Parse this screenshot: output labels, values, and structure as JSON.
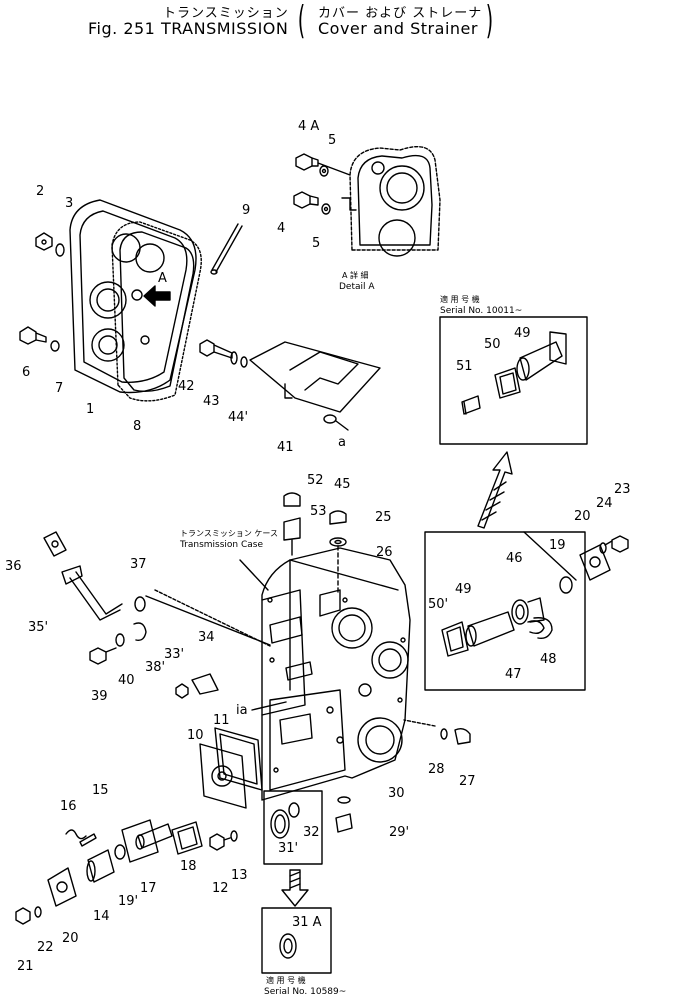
{
  "header": {
    "title_jp": "トランスミッション",
    "fig_title": "Fig. 251  TRANSMISSION",
    "subtitle_jp": "カバー および ストレーナ",
    "subtitle_en": "Cover  and  Strainer"
  },
  "notes": {
    "detail_a_jp": "A 詳 細",
    "detail_a": "Detail A",
    "serial_a_jp": "適 用 号 機",
    "serial_a": "Serial No. 10011~",
    "case_jp": "トランスミッション  ケース",
    "case": "Transmission Case",
    "serial_b_jp": "適 用 号 機",
    "serial_b": "Serial No. 10589~"
  },
  "arrows": {
    "view_a": "A"
  },
  "callouts": [
    {
      "id": "c-4A",
      "text": "4 A"
    },
    {
      "id": "c-5a",
      "text": "5"
    },
    {
      "id": "c-4",
      "text": "4"
    },
    {
      "id": "c-5b",
      "text": "5"
    },
    {
      "id": "c-2",
      "text": "2"
    },
    {
      "id": "c-3",
      "text": "3"
    },
    {
      "id": "c-9",
      "text": "9"
    },
    {
      "id": "c-6",
      "text": "6"
    },
    {
      "id": "c-7",
      "text": "7"
    },
    {
      "id": "c-1",
      "text": "1"
    },
    {
      "id": "c-8",
      "text": "8"
    },
    {
      "id": "c-42",
      "text": "42"
    },
    {
      "id": "c-43",
      "text": "43"
    },
    {
      "id": "c-44",
      "text": "44'"
    },
    {
      "id": "c-41",
      "text": "41"
    },
    {
      "id": "c-a1",
      "text": "a"
    },
    {
      "id": "c-45",
      "text": "45"
    },
    {
      "id": "c-51",
      "text": "51"
    },
    {
      "id": "c-50a",
      "text": "50"
    },
    {
      "id": "c-49a",
      "text": "49"
    },
    {
      "id": "c-52",
      "text": "52"
    },
    {
      "id": "c-53",
      "text": "53"
    },
    {
      "id": "c-25",
      "text": "25"
    },
    {
      "id": "c-26",
      "text": "26"
    },
    {
      "id": "c-36",
      "text": "36"
    },
    {
      "id": "c-37",
      "text": "37"
    },
    {
      "id": "c-35",
      "text": "35'"
    },
    {
      "id": "c-34",
      "text": "34"
    },
    {
      "id": "c-33",
      "text": "33'"
    },
    {
      "id": "c-38",
      "text": "38'"
    },
    {
      "id": "c-39",
      "text": "39"
    },
    {
      "id": "c-40",
      "text": "40"
    },
    {
      "id": "c-19a",
      "text": "19"
    },
    {
      "id": "c-20a",
      "text": "20"
    },
    {
      "id": "c-24",
      "text": "24"
    },
    {
      "id": "c-23",
      "text": "23"
    },
    {
      "id": "c-46",
      "text": "46"
    },
    {
      "id": "c-49b",
      "text": "49"
    },
    {
      "id": "c-50b",
      "text": "50'"
    },
    {
      "id": "c-47",
      "text": "47"
    },
    {
      "id": "c-48",
      "text": "48"
    },
    {
      "id": "c-ia",
      "text": "ia"
    },
    {
      "id": "c-11",
      "text": "11"
    },
    {
      "id": "c-10",
      "text": "10"
    },
    {
      "id": "c-28",
      "text": "28"
    },
    {
      "id": "c-27",
      "text": "27"
    },
    {
      "id": "c-30",
      "text": "30"
    },
    {
      "id": "c-29",
      "text": "29'"
    },
    {
      "id": "c-32",
      "text": "32"
    },
    {
      "id": "c-31",
      "text": "31'"
    },
    {
      "id": "c-16",
      "text": "16"
    },
    {
      "id": "c-15",
      "text": "15"
    },
    {
      "id": "c-18",
      "text": "18"
    },
    {
      "id": "c-12",
      "text": "12"
    },
    {
      "id": "c-13",
      "text": "13"
    },
    {
      "id": "c-17",
      "text": "17"
    },
    {
      "id": "c-19b",
      "text": "19'"
    },
    {
      "id": "c-14",
      "text": "14"
    },
    {
      "id": "c-20b",
      "text": "20"
    },
    {
      "id": "c-22",
      "text": "22"
    },
    {
      "id": "c-21",
      "text": "21"
    },
    {
      "id": "c-31A",
      "text": "31 A"
    }
  ]
}
